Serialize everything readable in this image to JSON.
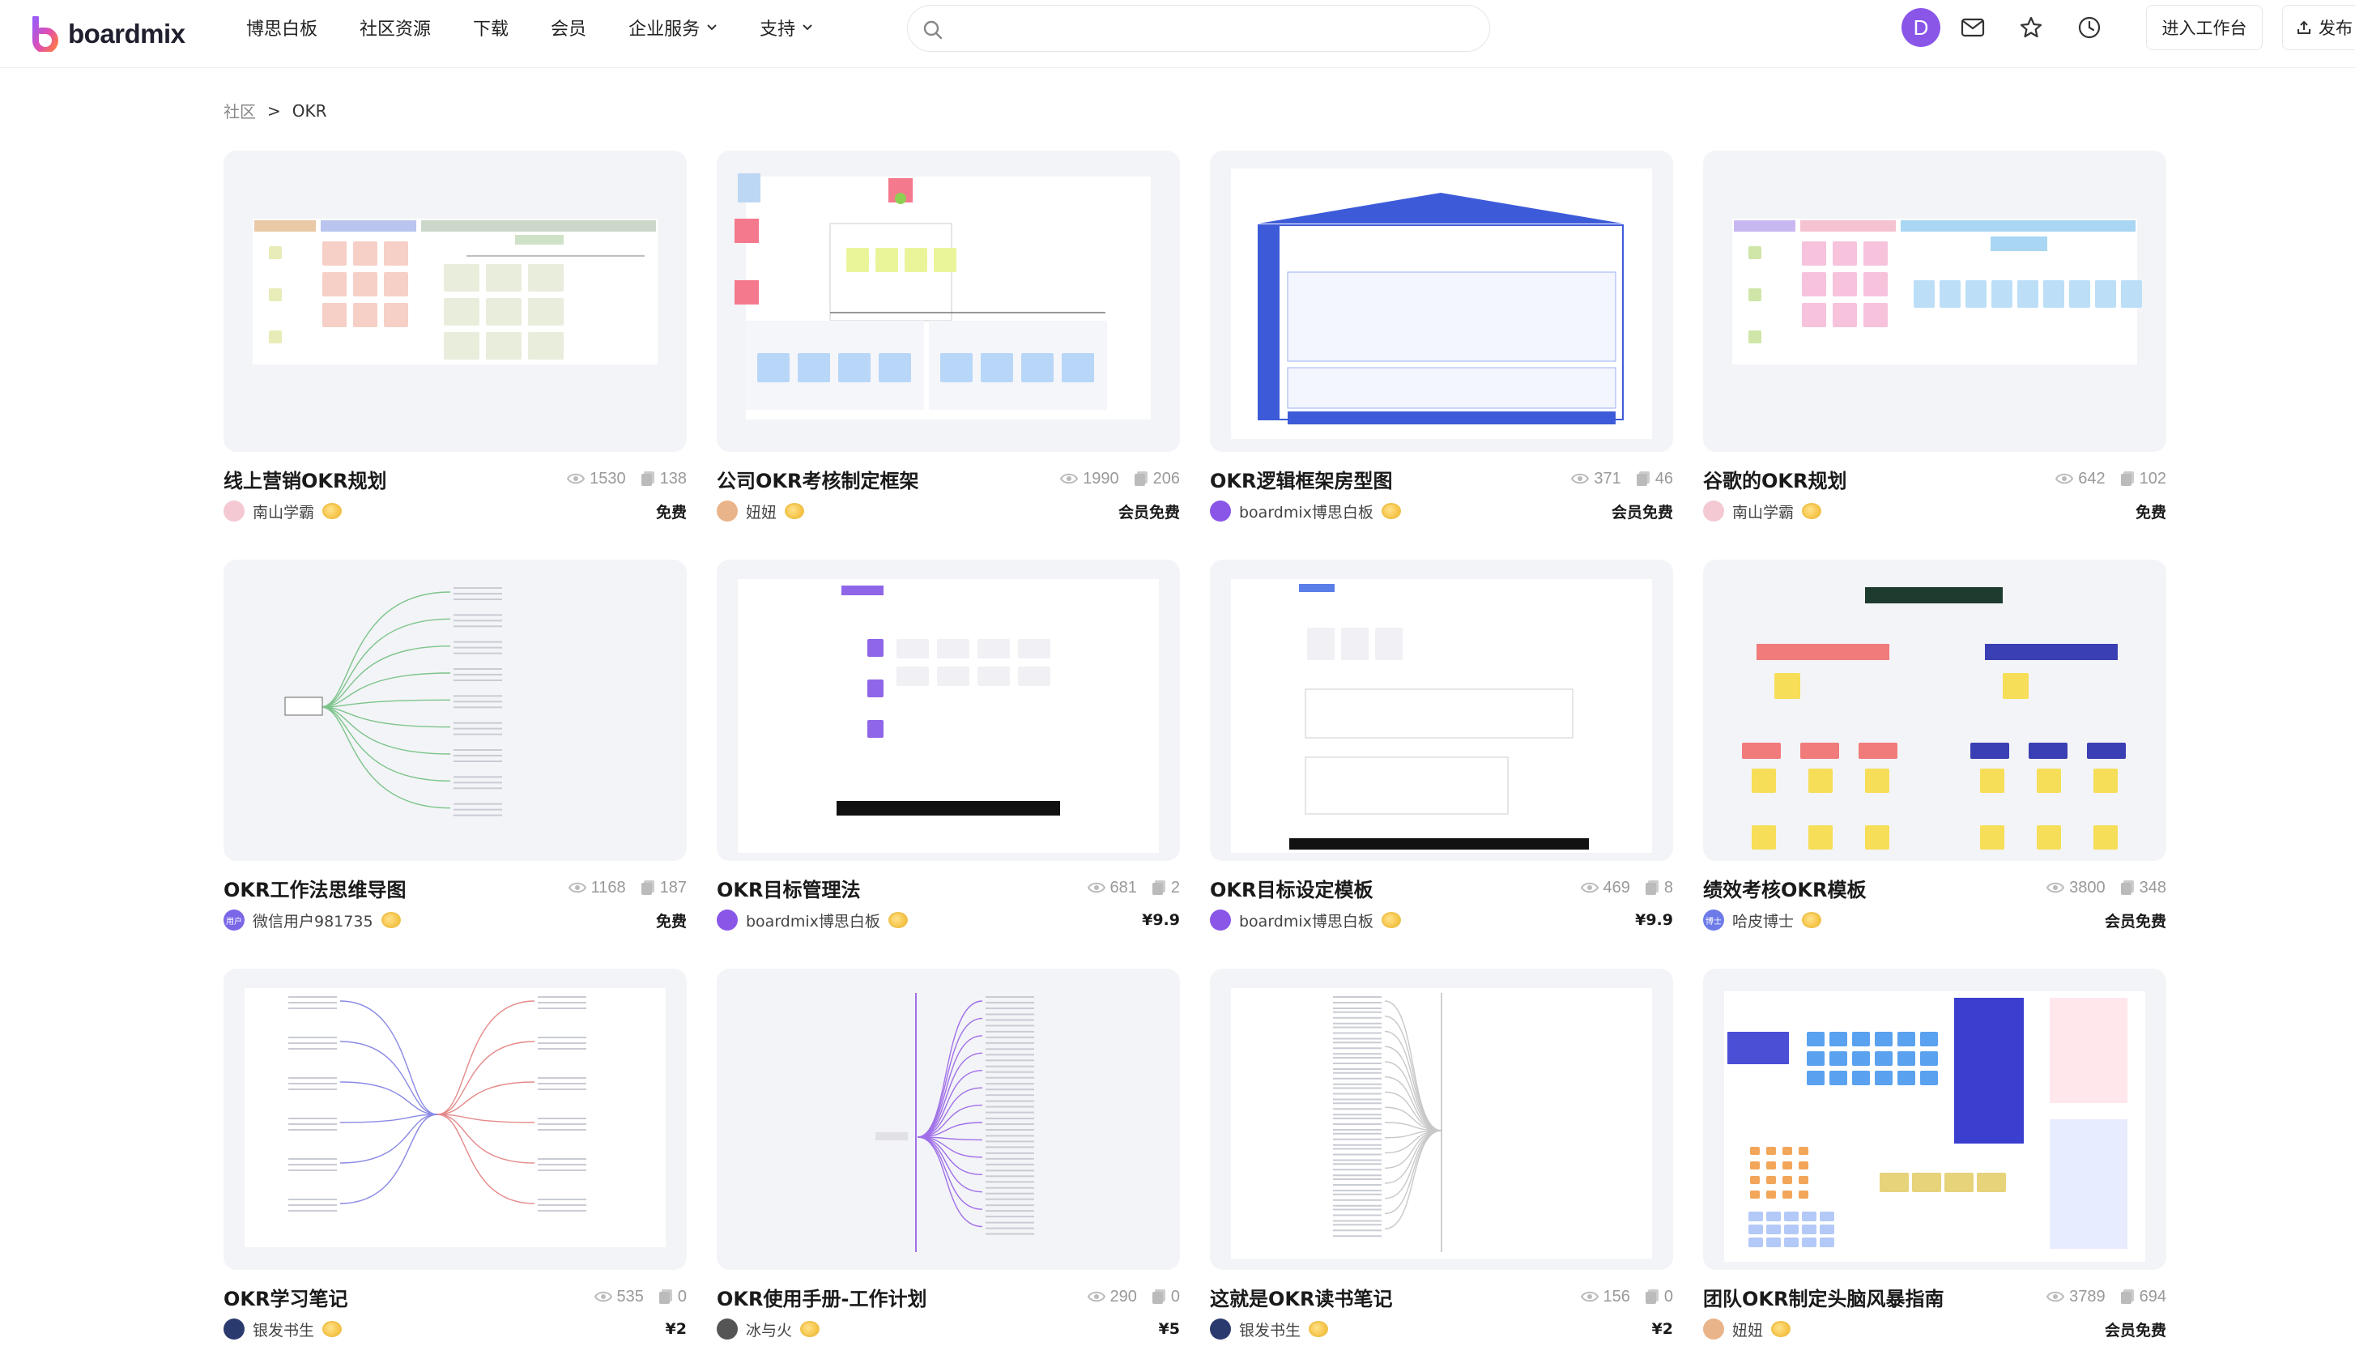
{
  "header": {
    "logo_text": "boardmix",
    "nav": [
      {
        "label": "博思白板",
        "has_dropdown": false
      },
      {
        "label": "社区资源",
        "has_dropdown": false
      },
      {
        "label": "下载",
        "has_dropdown": false
      },
      {
        "label": "会员",
        "has_dropdown": false
      },
      {
        "label": "企业服务",
        "has_dropdown": true
      },
      {
        "label": "支持",
        "has_dropdown": true
      }
    ],
    "search_placeholder": "",
    "avatar_letter": "D",
    "enter_workspace": "进入工作台",
    "publish": "发布"
  },
  "breadcrumb": {
    "root": "社区",
    "separator": ">",
    "current": "OKR"
  },
  "colors": {
    "brand": "#8a56e8",
    "coin": "#f2b72d",
    "card_bg": "#f3f4f7"
  },
  "cards": [
    {
      "title": "线上营销OKR规划",
      "views": "1530",
      "copies": "138",
      "author": "南山学霸",
      "price": "免费",
      "thumb": "sticky-org",
      "avatar_color": "#f4c9d3"
    },
    {
      "title": "公司OKR考核制定框架",
      "views": "1990",
      "copies": "206",
      "author": "妞妞",
      "price": "会员免费",
      "thumb": "flow-org",
      "avatar_color": "#e9b48a"
    },
    {
      "title": "OKR逻辑框架房型图",
      "views": "371",
      "copies": "46",
      "author": "boardmix博思白板",
      "price": "会员免费",
      "thumb": "house",
      "avatar_color": "#8a56e8"
    },
    {
      "title": "谷歌的OKR规划",
      "views": "642",
      "copies": "102",
      "author": "南山学霸",
      "price": "免费",
      "thumb": "sticky-blue",
      "avatar_color": "#f4c9d3"
    },
    {
      "title": "OKR工作法思维导图",
      "views": "1168",
      "copies": "187",
      "author": "微信用户981735",
      "price": "免费",
      "thumb": "mindmap-green",
      "avatar_color": "#7a67e8",
      "avatar_text": "用户"
    },
    {
      "title": "OKR目标管理法",
      "views": "681",
      "copies": "2",
      "author": "boardmix博思白板",
      "price": "¥9.9",
      "thumb": "doc-purple",
      "avatar_color": "#8a56e8"
    },
    {
      "title": "OKR目标设定模板",
      "views": "469",
      "copies": "8",
      "author": "boardmix博思白板",
      "price": "¥9.9",
      "thumb": "doc-plain",
      "avatar_color": "#8a56e8"
    },
    {
      "title": "绩效考核OKR模板",
      "views": "3800",
      "copies": "348",
      "author": "哈皮博士",
      "price": "会员免费",
      "thumb": "team-tree",
      "avatar_color": "#6c7be8",
      "avatar_text": "博士"
    },
    {
      "title": "OKR学习笔记",
      "views": "535",
      "copies": "0",
      "author": "银发书生",
      "price": "¥2",
      "thumb": "mindmap-color",
      "avatar_color": "#2b3a6e"
    },
    {
      "title": "OKR使用手册-工作计划",
      "views": "290",
      "copies": "0",
      "author": "冰与火",
      "price": "¥5",
      "thumb": "mindmap-purple",
      "avatar_color": "#555"
    },
    {
      "title": "这就是OKR读书笔记",
      "views": "156",
      "copies": "0",
      "author": "银发书生",
      "price": "¥2",
      "thumb": "mindmap-gray",
      "avatar_color": "#2b3a6e"
    },
    {
      "title": "团队OKR制定头脑风暴指南",
      "views": "3789",
      "copies": "694",
      "author": "妞妞",
      "price": "会员免费",
      "thumb": "brainstorm",
      "avatar_color": "#e9b48a"
    }
  ]
}
